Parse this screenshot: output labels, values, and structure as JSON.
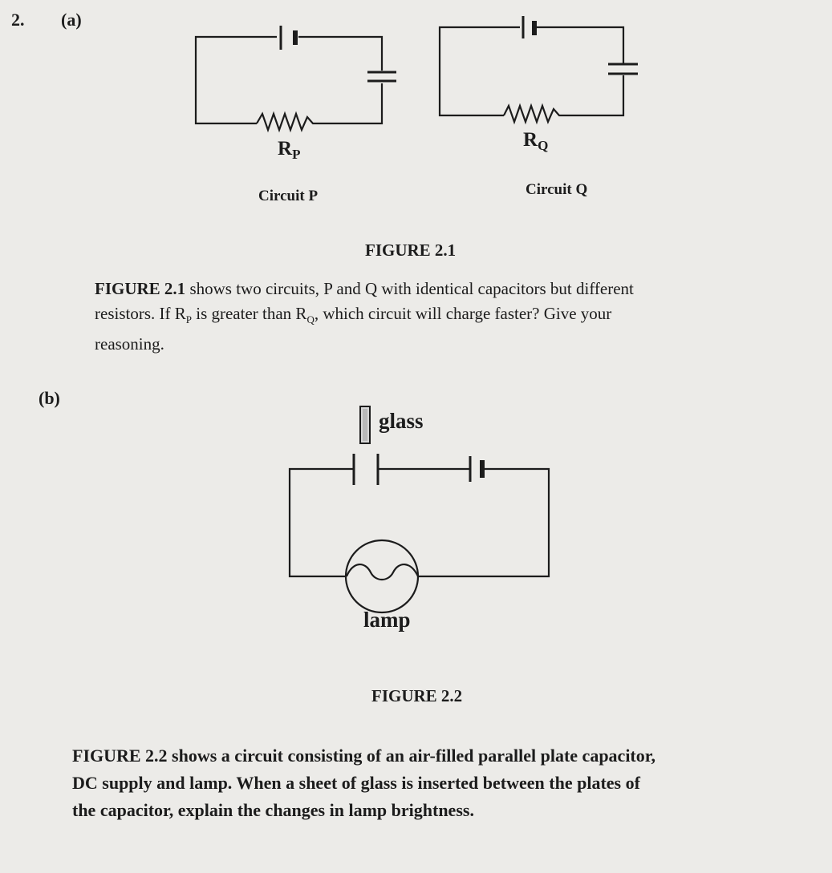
{
  "question": {
    "number": "2.",
    "part_a_label": "(a)",
    "part_b_label": "(b)"
  },
  "figure_2_1": {
    "resistor_p_label": "R",
    "resistor_p_sub": "P",
    "resistor_q_label": "R",
    "resistor_q_sub": "Q",
    "circuit_p_caption": "Circuit P",
    "circuit_q_caption": "Circuit Q",
    "title": "FIGURE 2.1"
  },
  "part_a_text": {
    "line1": "FIGURE 2.1 shows two circuits, P and Q with identical capacitors but different",
    "line2": "resistors. If R",
    "line2_sub_p": "P",
    "line2_mid": " is greater than R",
    "line2_sub_q": "Q",
    "line2_end": ", which circuit will charge faster? Give your",
    "line3": "reasoning."
  },
  "figure_2_2": {
    "glass_label": "glass",
    "lamp_label": "lamp",
    "title": "FIGURE 2.2"
  },
  "part_b_text": {
    "line1": "FIGURE 2.2 shows a circuit consisting of an air-filled parallel plate capacitor,",
    "line2": "DC supply and lamp. When a sheet of glass is inserted between the plates of",
    "line3": "the capacitor, explain the changes in lamp brightness."
  }
}
